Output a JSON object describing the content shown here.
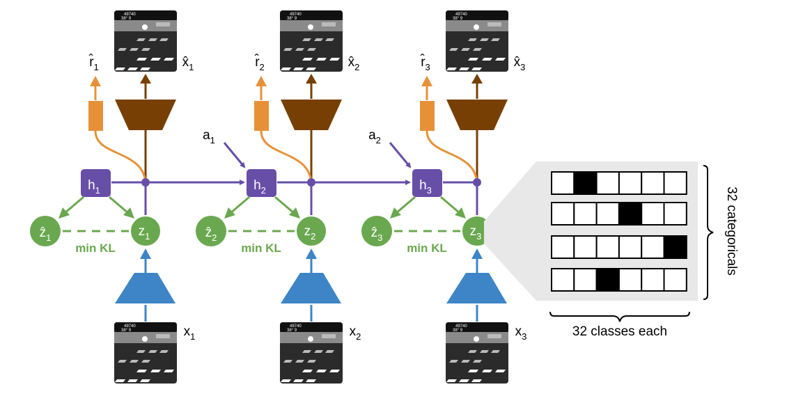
{
  "colors": {
    "purple": "#674ea7",
    "green": "#6aa84f",
    "blue": "#3d85c6",
    "orange": "#e69138",
    "brown": "#783f04",
    "panel": "#e8e8e8"
  },
  "steps": [
    {
      "h": "h",
      "h_sub": "1",
      "z": "z",
      "z_sub": "1",
      "zhat": "ẑ",
      "zhat_sub": "1",
      "r": "r̂",
      "r_sub": "1",
      "xhat": "x̂",
      "xhat_sub": "1",
      "x": "x",
      "x_sub": "1",
      "kl": "min KL"
    },
    {
      "h": "h",
      "h_sub": "2",
      "z": "z",
      "z_sub": "2",
      "zhat": "ẑ",
      "zhat_sub": "2",
      "r": "r̂",
      "r_sub": "2",
      "xhat": "x̂",
      "xhat_sub": "2",
      "x": "x",
      "x_sub": "2",
      "kl": "min KL",
      "a": "a",
      "a_sub": "1"
    },
    {
      "h": "h",
      "h_sub": "3",
      "z": "z",
      "z_sub": "3",
      "zhat": "ẑ",
      "zhat_sub": "3",
      "r": "r̂",
      "r_sub": "3",
      "xhat": "x̂",
      "xhat_sub": "3",
      "x": "x",
      "x_sub": "3",
      "kl": "min KL",
      "a": "a",
      "a_sub": "2"
    }
  ],
  "frame": {
    "score": "49740",
    "status": "38°    9"
  },
  "categorical": {
    "active_class_per_row": [
      2,
      4,
      6,
      3
    ],
    "classes_label": "32 classes each",
    "categoricals_label": "32 categoricals"
  }
}
